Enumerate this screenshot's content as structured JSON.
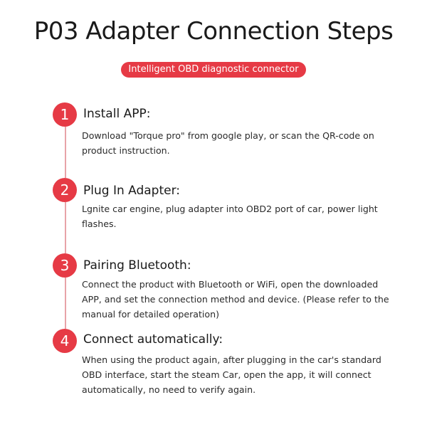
{
  "header": {
    "title": "P03 Adapter Connection Steps",
    "subtitle": "Intelligent OBD diagnostic connector"
  },
  "colors": {
    "accent": "#e63a45",
    "timeline": "#e8a3a8"
  },
  "steps": [
    {
      "number": "1",
      "title": "Install APP:",
      "description": "Download \"Torque pro\" from google play, or scan the QR-code on product instruction."
    },
    {
      "number": "2",
      "title": "Plug In Adapter:",
      "description": "Lgnite car engine, plug adapter into OBD2 port of car, power light flashes."
    },
    {
      "number": "3",
      "title": "Pairing Bluetooth:",
      "description": "Connect the product with Bluetooth or WiFi, open the downloaded APP, and set the connection method and device. (Please refer to the manual for detailed operation)"
    },
    {
      "number": "4",
      "title": "Connect automatically:",
      "description": "When using the product again, after plugging in the car's standard OBD interface, start the steam Car, open the app, it will connect automatically, no need to verify again."
    }
  ]
}
